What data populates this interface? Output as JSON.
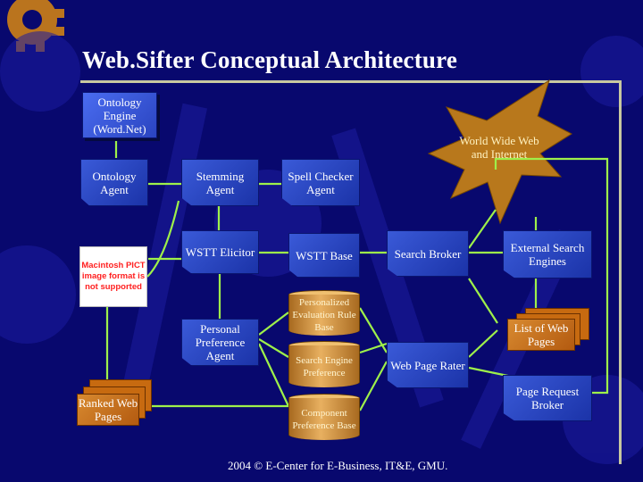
{
  "title": "Web.Sifter Conceptual Architecture",
  "nodes": {
    "ontology_engine": "Ontology Engine (Word.Net)",
    "ontology_agent": "Ontology Agent",
    "stemming_agent": "Stemming Agent",
    "spell_checker_agent": "Spell Checker Agent",
    "world_wide_web": "World Wide Web and Internet",
    "wstt_elicitor": "WSTT Elicitor",
    "wstt_base": "WSTT Base",
    "search_broker": "Search Broker",
    "external_search_engines": "External Search Engines",
    "personal_preference_agent": "Personal Preference Agent",
    "personalized_rule_base": "Personalized Evaluation Rule Base",
    "search_engine_preference": "Search Engine Preference",
    "component_preference_base": "Component Preference Base",
    "web_page_rater": "Web Page Rater",
    "list_of_web_pages": "List of Web Pages",
    "page_request_broker": "Page Request Broker",
    "ranked_web_pages": "Ranked Web Pages"
  },
  "placeholder_image_text": "Macintosh PICT image format is not supported",
  "footer": "2004 © E-Center for E-Business, IT&E, GMU.",
  "colors": {
    "background": "#08086e",
    "agent_box": "#2a44c0",
    "connector": "#9ef04a",
    "orange_accent": "#c47a1a"
  }
}
